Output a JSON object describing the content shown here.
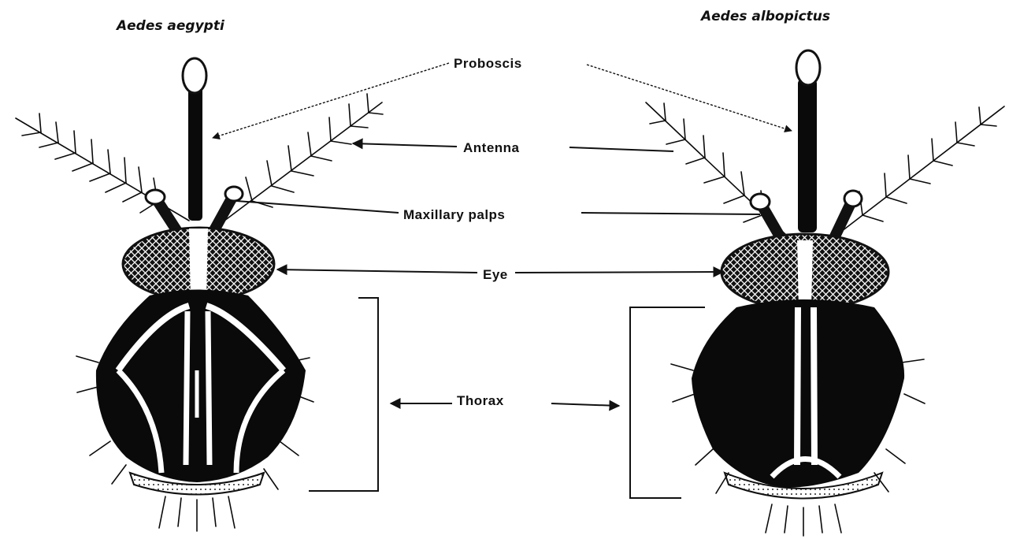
{
  "species": {
    "left": "Aedes aegypti",
    "right": "Aedes albopictus"
  },
  "labels": {
    "proboscis": "Proboscis",
    "antenna": "Antenna",
    "maxillary_palps": "Maxillary palps",
    "eye": "Eye",
    "thorax": "Thorax"
  }
}
